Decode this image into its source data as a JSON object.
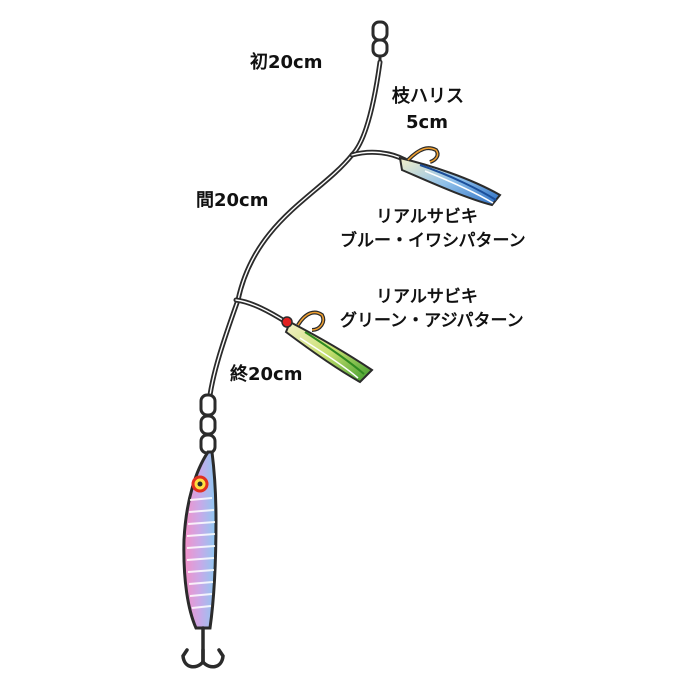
{
  "labels": {
    "first_segment": "初20cm",
    "branch_leader": "枝ハリス",
    "branch_length": "5cm",
    "middle_segment": "間20cm",
    "final_segment": "終20cm"
  },
  "hooks": {
    "upper": {
      "line1": "リアルサビキ",
      "line2": "ブルー・イワシパターン"
    },
    "lower": {
      "line1": "リアルサビキ",
      "line2": "グリーン・アジパターン"
    }
  },
  "colors": {
    "line": "#2b2b2b",
    "upper_skirt": "#5fa8e6",
    "lower_skirt": "#5cbf3f",
    "hook": "#f0a030",
    "bead": "#e02020",
    "jig_pink": "#f07fc0",
    "jig_blue": "#8fc8f0"
  }
}
